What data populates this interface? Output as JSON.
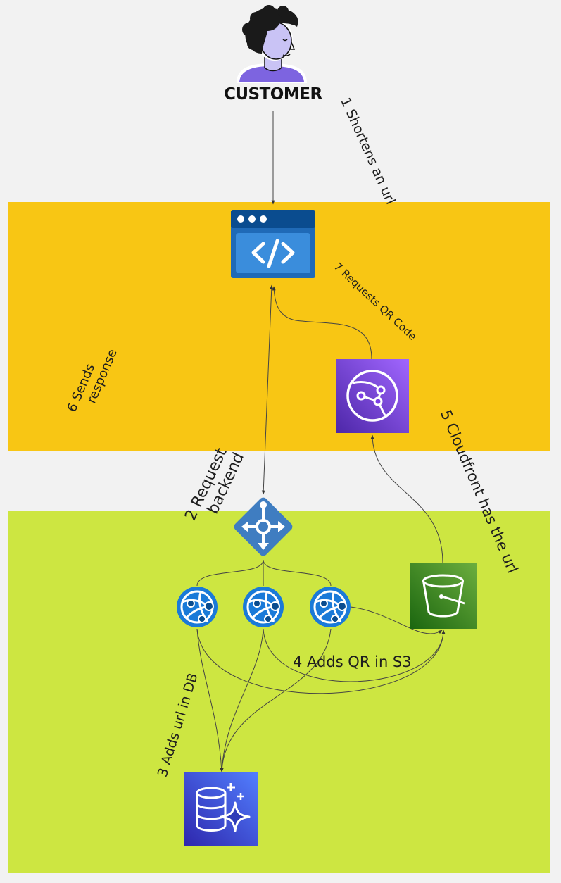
{
  "zones": {
    "frontend": {
      "color": "#f8c614"
    },
    "backend": {
      "color": "#cde641"
    }
  },
  "nodes": {
    "customer": {
      "label": "CUSTOMER",
      "icon": "person-avatar-icon"
    },
    "web_app": {
      "icon": "web-app-code-icon",
      "color": "#1f6ab7"
    },
    "cloudfront": {
      "icon": "cloudfront-distribution-icon",
      "color": "#7b3fe4"
    },
    "load_balancer": {
      "icon": "load-balancer-icon",
      "color": "#3f7dc1"
    },
    "servers": [
      {
        "icon": "app-service-icon"
      },
      {
        "icon": "app-service-icon"
      },
      {
        "icon": "app-service-icon"
      }
    ],
    "s3_bucket": {
      "icon": "s3-bucket-icon",
      "color": "#3c8a1c"
    },
    "database": {
      "icon": "database-sparkle-icon",
      "color": "#3b48cc"
    }
  },
  "steps": {
    "step1": "1 Shortens an url",
    "step2_line1": "2 Request",
    "step2_line2": "backend",
    "step3": "3 Adds url in DB",
    "step4": "4 Adds QR in S3",
    "step5": "5 Cloudfront has the url",
    "step6_line1": "6 Sends",
    "step6_line2": "response",
    "step7": "7 Requests QR Code"
  }
}
